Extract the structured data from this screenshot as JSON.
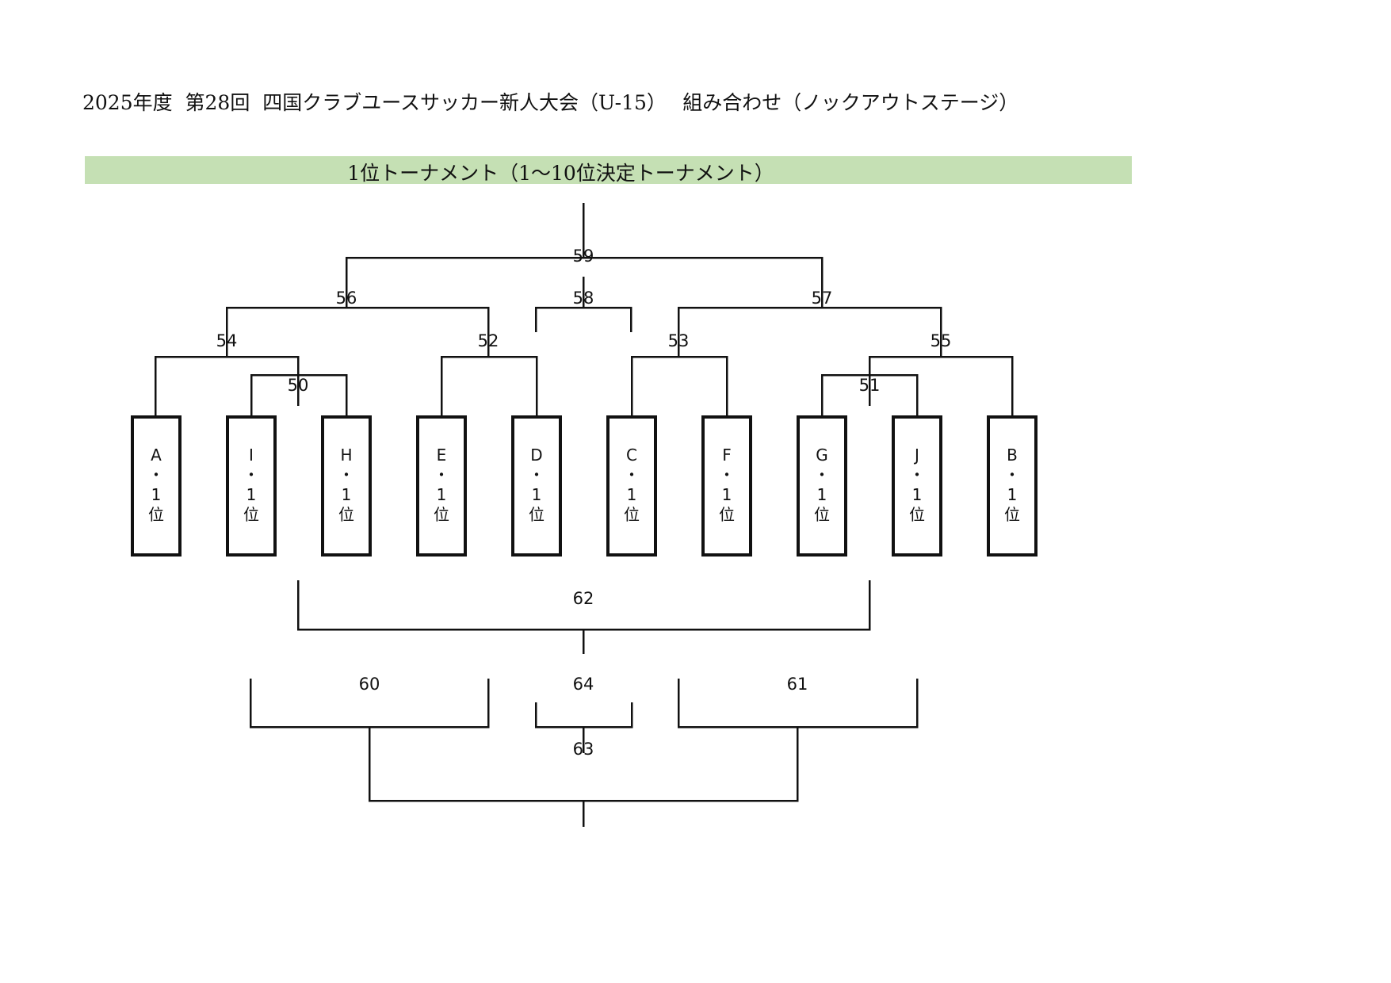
{
  "header": {
    "title": "2025年度  第28回  四国クラブユースサッカー新人大会（U-15）　 組み合わせ（ノックアウトステージ）"
  },
  "banner": {
    "label": "1位トーナメント（1〜10位決定トーナメント）",
    "color": "#c5e0b4"
  },
  "teams": [
    {
      "group": "A",
      "sep": "・",
      "rank": "1",
      "suffix": "位"
    },
    {
      "group": "I",
      "sep": "・",
      "rank": "1",
      "suffix": "位"
    },
    {
      "group": "H",
      "sep": "・",
      "rank": "1",
      "suffix": "位"
    },
    {
      "group": "E",
      "sep": "・",
      "rank": "1",
      "suffix": "位"
    },
    {
      "group": "D",
      "sep": "・",
      "rank": "1",
      "suffix": "位"
    },
    {
      "group": "C",
      "sep": "・",
      "rank": "1",
      "suffix": "位"
    },
    {
      "group": "F",
      "sep": "・",
      "rank": "1",
      "suffix": "位"
    },
    {
      "group": "G",
      "sep": "・",
      "rank": "1",
      "suffix": "位"
    },
    {
      "group": "J",
      "sep": "・",
      "rank": "1",
      "suffix": "位"
    },
    {
      "group": "B",
      "sep": "・",
      "rank": "1",
      "suffix": "位"
    }
  ],
  "matches": {
    "m50": "50",
    "m51": "51",
    "m52": "52",
    "m53": "53",
    "m54": "54",
    "m55": "55",
    "m56": "56",
    "m57": "57",
    "m58": "58",
    "m59": "59",
    "m60": "60",
    "m61": "61",
    "m62": "62",
    "m63": "63",
    "m64": "64"
  }
}
